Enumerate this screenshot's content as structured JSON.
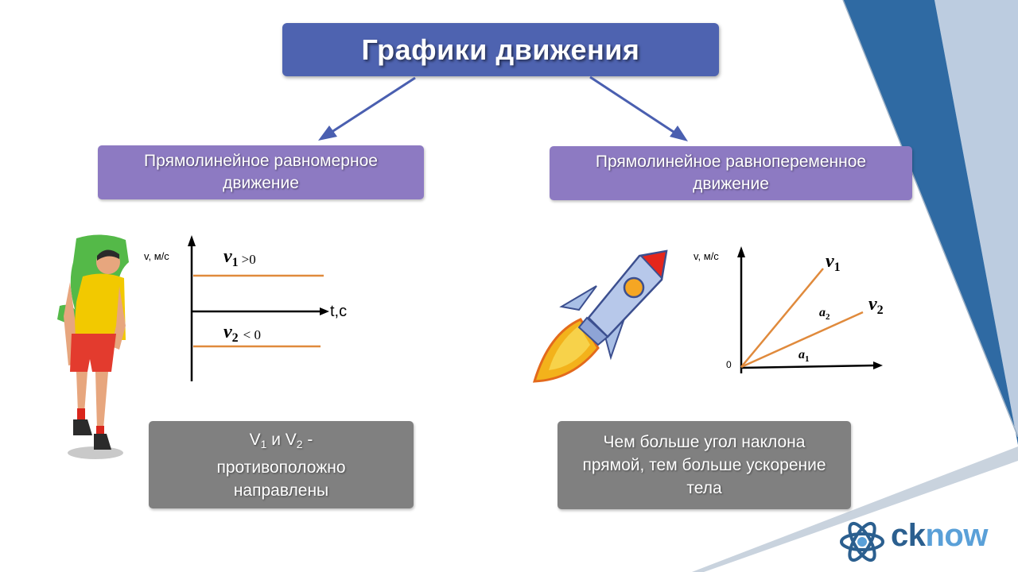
{
  "title": "Графики движения",
  "uniform": {
    "label": "Прямолинейное равномерное движение",
    "ylabel": "v, м/с",
    "xlabel": "t,c",
    "v1_label": "v",
    "v1_sub": "1",
    "v1_cond": ">0",
    "v2_label": "v",
    "v2_sub": "2",
    "v2_cond": "< 0",
    "note_v": "V",
    "note_sub1": "1",
    "note_and": " и V",
    "note_sub2": "2",
    "note_dash": " -",
    "note_line2": "противоположно",
    "note_line3": "направлены"
  },
  "accelerated": {
    "label": "Прямолинейное равнопеременное движение",
    "ylabel": "v, м/с",
    "origin": "0",
    "v1_label": "v",
    "v1_sub": "1",
    "v2_label": "v",
    "v2_sub": "2",
    "a2_label": "a",
    "a2_sub": "2",
    "a1_label": "a",
    "a1_sub": "1",
    "note": "Чем больше угол наклона прямой, тем больше ускорение тела"
  },
  "logo": {
    "brand_part1": "ck",
    "brand_part2": "now"
  },
  "colors": {
    "title_bg": "#4e63b0",
    "sub_bg": "#8d7ac2",
    "note_bg": "#808080",
    "line_orange": "#e08a3c",
    "arrow_blue": "#4a5fb0",
    "corner_blue": "#2f6aa3",
    "corner_light": "#bccce0",
    "logo_dark": "#2b5f8f",
    "logo_light": "#5aa0d8"
  }
}
